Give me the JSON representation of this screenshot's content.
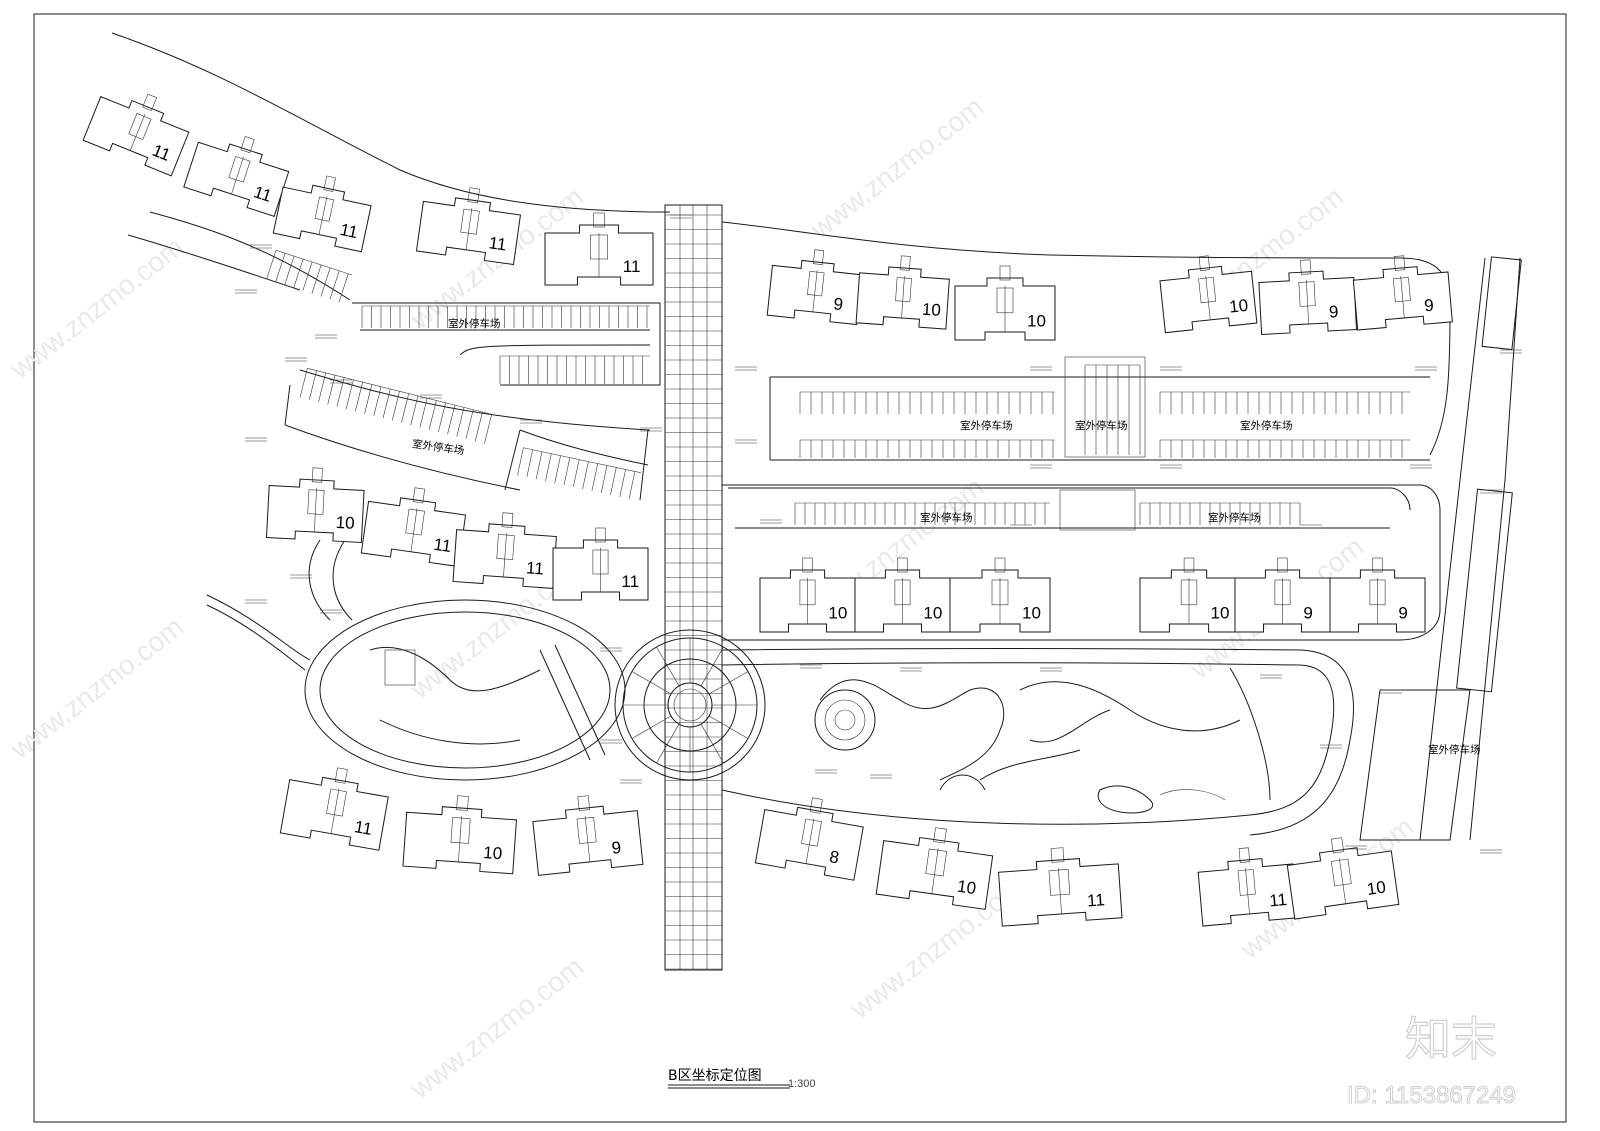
{
  "title": "B区坐标定位图",
  "scale": "1:300",
  "watermark": {
    "site": "www.znzmo.com",
    "brand": "知末",
    "id": "ID: 1153867249"
  },
  "parking_label": "室外停车场",
  "buildings": [
    {
      "label": "11"
    },
    {
      "label": "11"
    },
    {
      "label": "11"
    },
    {
      "label": "11"
    },
    {
      "label": "11"
    },
    {
      "label": "9"
    },
    {
      "label": "10"
    },
    {
      "label": "10"
    },
    {
      "label": "10"
    },
    {
      "label": "9"
    },
    {
      "label": "9"
    },
    {
      "label": "10"
    },
    {
      "label": "11"
    },
    {
      "label": "11"
    },
    {
      "label": "11"
    },
    {
      "label": "10"
    },
    {
      "label": "10"
    },
    {
      "label": "10"
    },
    {
      "label": "10"
    },
    {
      "label": "9"
    },
    {
      "label": "9"
    },
    {
      "label": "11"
    },
    {
      "label": "10"
    },
    {
      "label": "9"
    },
    {
      "label": "8"
    },
    {
      "label": "10"
    },
    {
      "label": "11"
    },
    {
      "label": "11"
    },
    {
      "label": "10"
    }
  ]
}
